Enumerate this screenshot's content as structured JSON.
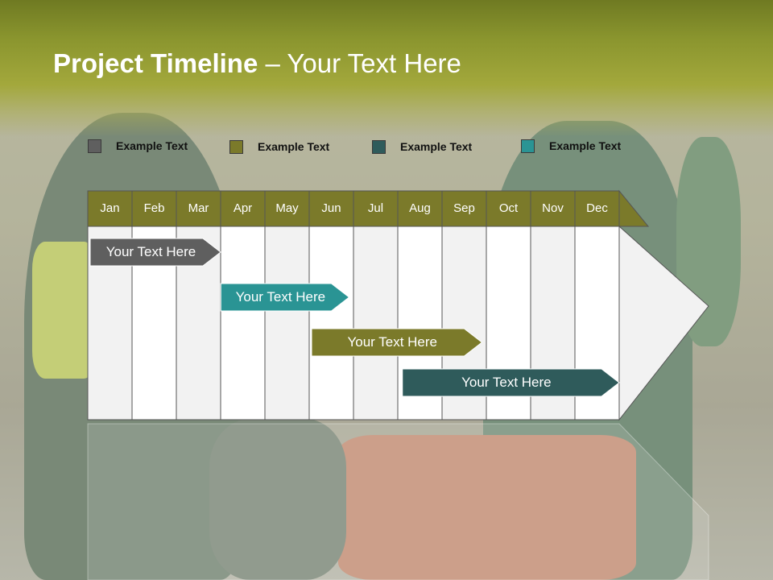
{
  "title": {
    "bold": "Project Timeline",
    "rest": " – Your Text Here"
  },
  "legend": [
    {
      "label": "Example Text",
      "color": "#5f5f5f"
    },
    {
      "label": "Example Text",
      "color": "#7b7a2a"
    },
    {
      "label": "Example Text",
      "color": "#2f5b5b"
    },
    {
      "label": "Example Text",
      "color": "#2a9494"
    }
  ],
  "timeline": {
    "months": [
      "Jan",
      "Feb",
      "Mar",
      "Apr",
      "May",
      "Jun",
      "Jul",
      "Aug",
      "Sep",
      "Oct",
      "Nov",
      "Dec"
    ],
    "header_color": "#7b7a2a",
    "tasks": [
      {
        "label": "Your  Text Here",
        "start_month": 1.0,
        "end_month": 4.0,
        "color": "#5f5f5f"
      },
      {
        "label": "Your  Text Here",
        "start_month": 3.95,
        "end_month": 6.9,
        "color": "#2a9494"
      },
      {
        "label": "Your  Text Here",
        "start_month": 6.0,
        "end_month": 9.9,
        "color": "#7b7a2a"
      },
      {
        "label": "Your  Text Here",
        "start_month": 8.05,
        "end_month": 13.0,
        "color": "#2f5b5b"
      }
    ]
  }
}
